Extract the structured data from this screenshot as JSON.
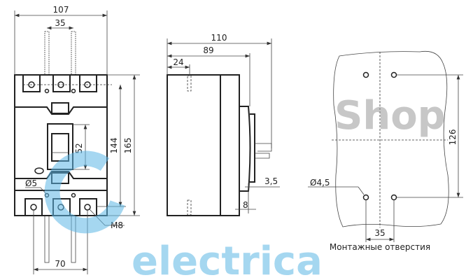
{
  "front_view": {
    "width": "107",
    "bar_spacing": "35",
    "bottom_spacing": "70",
    "handle_height": "52",
    "hole_span": "144",
    "height": "165",
    "hole_diameter": "Ø5",
    "thread": "M8"
  },
  "side_view": {
    "depth_total": "110",
    "depth_handle": "89",
    "depth_slot": "24",
    "handle_step": "3,5",
    "front_step": "8"
  },
  "mounting": {
    "hole_diameter": "Ø4,5",
    "vertical_spacing": "126",
    "horizontal_spacing": "35",
    "caption": "Монтажные отверстия"
  },
  "watermark": {
    "part1": "electrica",
    "part2": "Shop",
    "colors": {
      "blue": "#5db7e5",
      "grey": "#9a9a9a"
    }
  }
}
